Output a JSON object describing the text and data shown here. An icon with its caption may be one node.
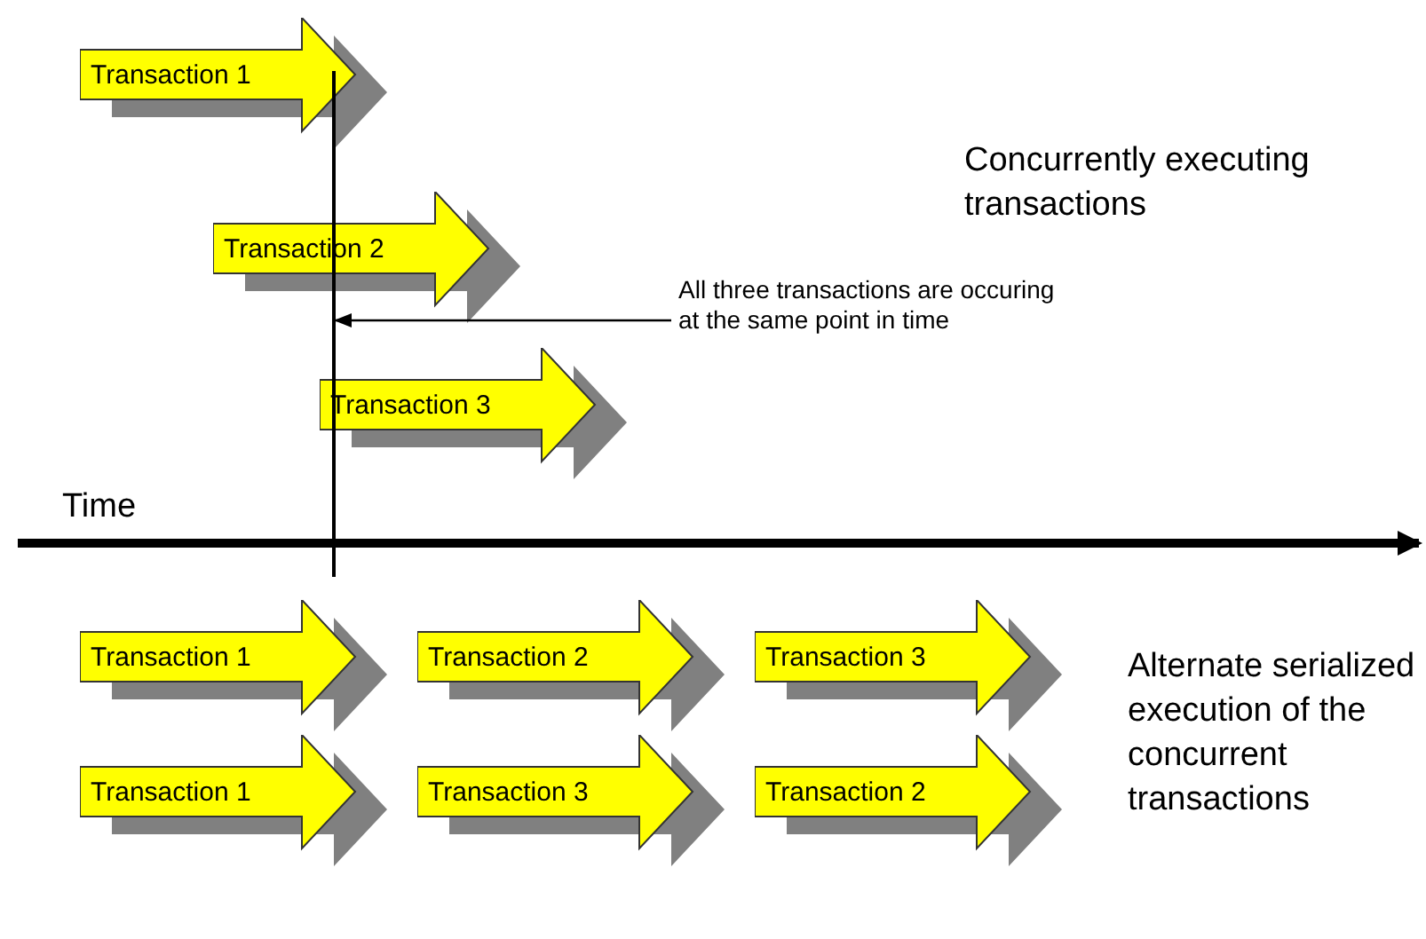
{
  "diagram": {
    "nodes": [
      {
        "text": [
          "Transaction 1"
        ]
      },
      {
        "text": [
          "Transaction 2"
        ]
      },
      {
        "text": [
          "Transaction 3"
        ]
      },
      {
        "text": [],
        "shape": "line"
      },
      {
        "text": [
          "All three transactions are occuring at the same point in time"
        ]
      },
      {
        "text": [
          "Transaction 1"
        ]
      },
      {
        "text": [
          "Transaction 2"
        ]
      },
      {
        "text": [
          "Transaction 3"
        ]
      },
      {
        "text": [
          "Transaction 1"
        ]
      },
      {
        "text": [
          "Transaction 3"
        ]
      },
      {
        "text": [
          "Transaction 2"
        ]
      }
    ],
    "edges": [
      {
        "from": 4,
        "to": 3,
        "arrow": "to"
      }
    ],
    "labels": [
      "Concurrently executing transactions",
      "Time",
      "Alternate serialized execution of the concurrent transactions"
    ]
  }
}
